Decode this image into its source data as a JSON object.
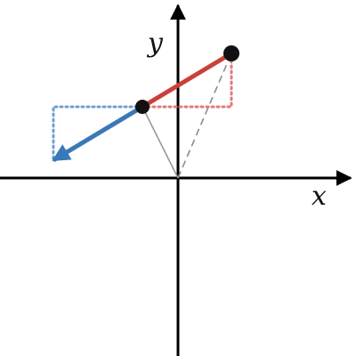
{
  "axes": {
    "x_label": "x",
    "y_label": "y"
  },
  "points": {
    "p1": [
      -1,
      2
    ],
    "p2": [
      1.5,
      3.5
    ],
    "p3": [
      -3.5,
      0.5
    ]
  },
  "colors": {
    "axis": "#000000",
    "red_vector": "#c8413b",
    "blue_vector": "#3a78b8",
    "red_dotted": "#e07b7b",
    "blue_dotted": "#6e9fd1",
    "gray_line": "#9a9a9a",
    "gray_dashed": "#8c8c8c",
    "point": "#111111"
  }
}
